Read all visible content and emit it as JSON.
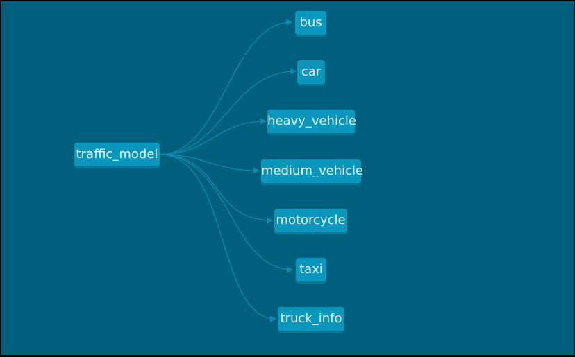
{
  "graph": {
    "source": "traffic_model",
    "targets": [
      "bus",
      "car",
      "heavy_vehicle",
      "medium_vehicle",
      "motorcycle",
      "taxi",
      "truck_info"
    ]
  },
  "colors": {
    "background": "#005f7d",
    "node": "#0a97bd",
    "edge": "#0a8fb0",
    "text": "#e8f6fb"
  }
}
